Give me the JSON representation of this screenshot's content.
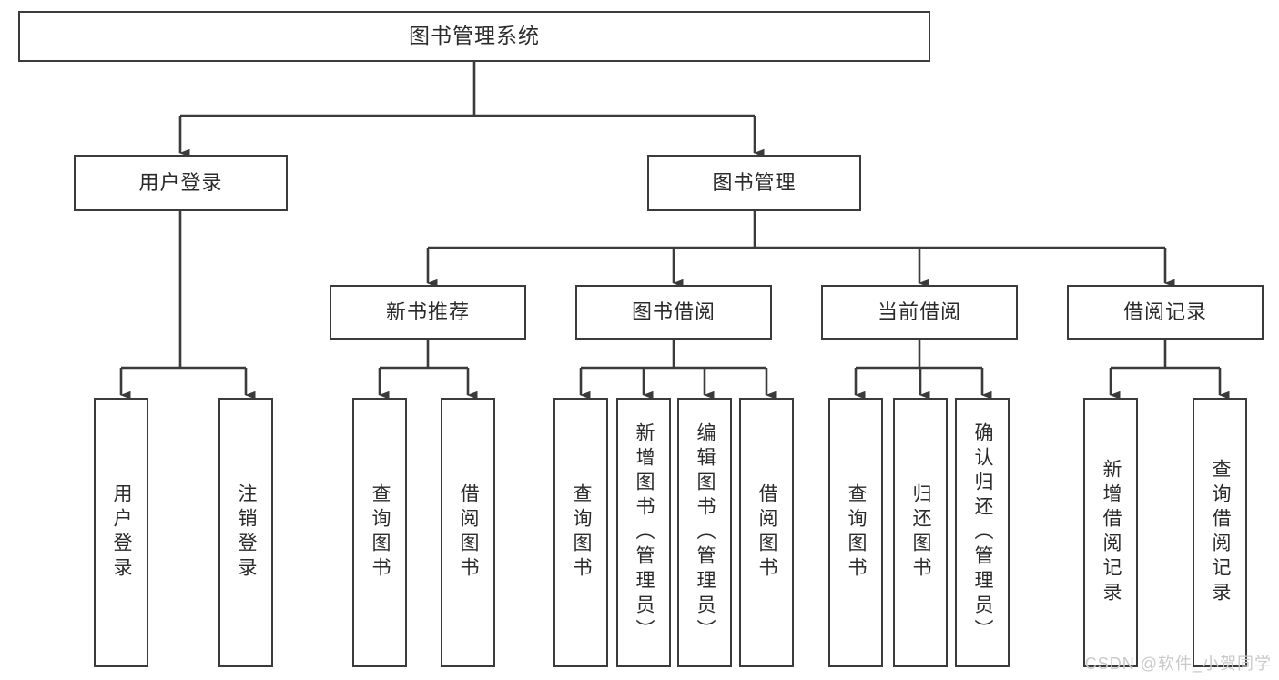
{
  "diagram": {
    "title": "图书管理系统",
    "type": "tree-hierarchy-diagram",
    "watermark": "CSDN @软件_小贺同学",
    "colors": {
      "box_border": "#3b3b3b",
      "box_fill": "#ffffff",
      "connector": "#3b3b3b",
      "text": "#2b2b2b",
      "watermark": "#c9c9c9",
      "background": "#ffffff"
    },
    "root": {
      "label": "图书管理系统"
    },
    "level2": [
      {
        "label": "用户登录"
      },
      {
        "label": "图书管理"
      }
    ],
    "level3": [
      {
        "label": "新书推荐"
      },
      {
        "label": "图书借阅"
      },
      {
        "label": "当前借阅"
      },
      {
        "label": "借阅记录"
      }
    ],
    "leaves": {
      "user_login": [
        {
          "label": "用户登录"
        },
        {
          "label": "注销登录"
        }
      ],
      "new_book_recommend": [
        {
          "label": "查询图书"
        },
        {
          "label": "借阅图书"
        }
      ],
      "book_borrow": [
        {
          "label": "查询图书"
        },
        {
          "label": "新增图书（管理员）"
        },
        {
          "label": "编辑图书（管理员）"
        },
        {
          "label": "借阅图书"
        }
      ],
      "current_borrow": [
        {
          "label": "查询图书"
        },
        {
          "label": "归还图书"
        },
        {
          "label": "确认归还（管理员）"
        }
      ],
      "borrow_record": [
        {
          "label": "新增借阅记录"
        },
        {
          "label": "查询借阅记录"
        }
      ]
    }
  }
}
